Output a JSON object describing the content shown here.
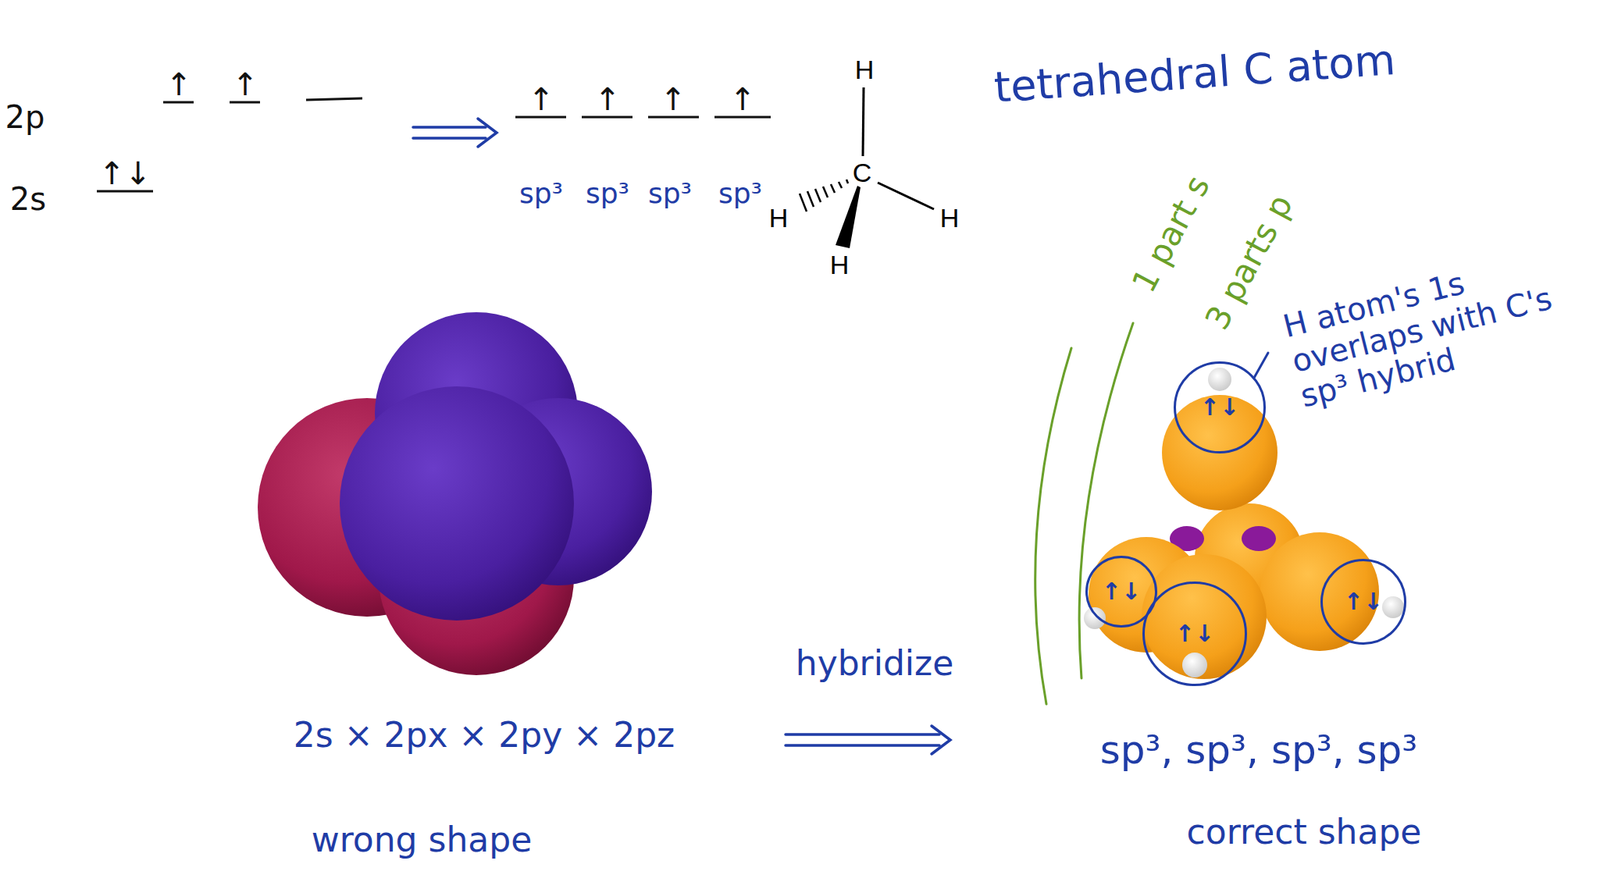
{
  "diagram": {
    "nodes": [
      {
        "text": [
          "↑↓"
        ]
      },
      {
        "text": [
          "↑↓"
        ]
      },
      {
        "text": [
          "↑↓"
        ]
      },
      {
        "text": [
          "↑↓"
        ]
      }
    ],
    "labels": [
      "2p",
      "2s",
      "↑",
      "↑",
      "↑↓",
      "↑",
      "↑",
      "↑",
      "↑",
      "sp³",
      "sp³",
      "sp³",
      "sp³",
      "H",
      "C",
      "H",
      "H",
      "H",
      "tetrahedral C atom",
      "1 part s",
      "3 parts p",
      "H atom's 1s overlaps with C's sp³ hybrid",
      "2s × 2px × 2py × 2pz",
      "hybridize",
      "sp³, sp³, sp³, sp³",
      "wrong shape",
      "correct shape"
    ]
  }
}
